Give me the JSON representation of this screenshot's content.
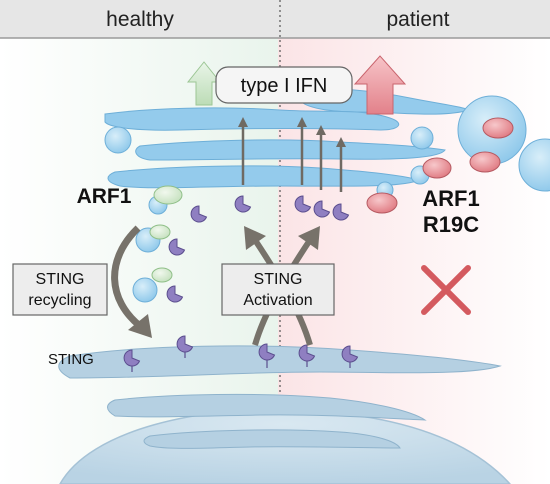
{
  "header": {
    "left": "healthy",
    "right": "patient"
  },
  "labels": {
    "ifn": "type I IFN",
    "arf1": "ARF1",
    "arf1_mut_line1": "ARF1",
    "arf1_mut_line2": "R19C",
    "recycling_line1": "STING",
    "recycling_line2": "recycling",
    "activation_line1": "STING",
    "activation_line2": "Activation",
    "sting": "STING"
  },
  "colors": {
    "header_bg": "#e6e6e6",
    "healthy_tint": "#e8f4ec",
    "patient_tint": "#fbe6e8",
    "membrane": "#a9c8dc",
    "golgi": "#8ec6ea",
    "sting": "#8f7fc1",
    "arf1": "#cfe7cc",
    "arf1_mut": "#e8848c",
    "arrow": "#77726a",
    "cross": "#d45a5f"
  }
}
